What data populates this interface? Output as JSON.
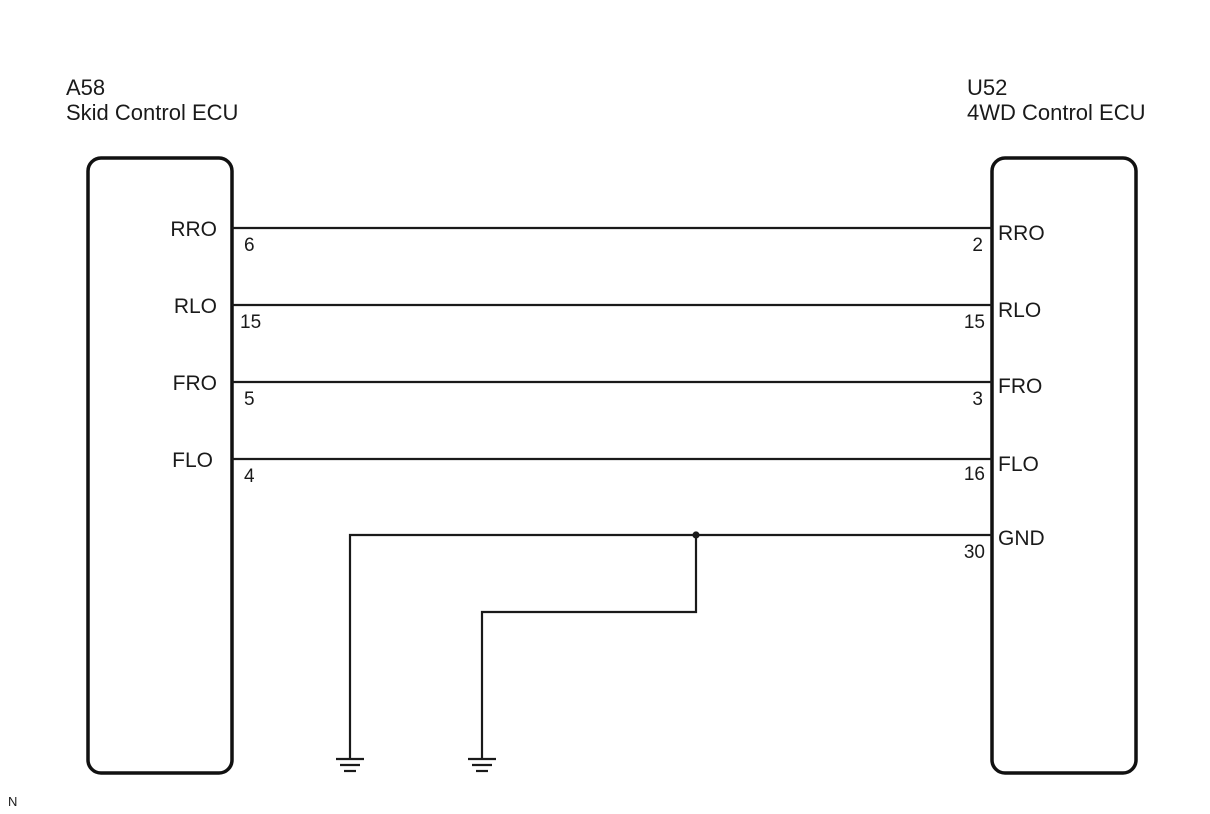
{
  "left_ecu": {
    "code": "A58",
    "name": "Skid Control ECU"
  },
  "right_ecu": {
    "code": "U52",
    "name": "4WD Control ECU"
  },
  "wires": [
    {
      "left_label": "RRO",
      "left_pin": "6",
      "right_pin": "2",
      "right_label": "RRO"
    },
    {
      "left_label": "RLO",
      "left_pin": "15",
      "right_pin": "15",
      "right_label": "RLO"
    },
    {
      "left_label": "FRO",
      "left_pin": "5",
      "right_pin": "3",
      "right_label": "FRO"
    },
    {
      "left_label": "FLO",
      "left_pin": "4",
      "right_pin": "16",
      "right_label": "FLO"
    }
  ],
  "ground": {
    "right_pin": "30",
    "right_label": "GND"
  },
  "corner_mark": "N"
}
